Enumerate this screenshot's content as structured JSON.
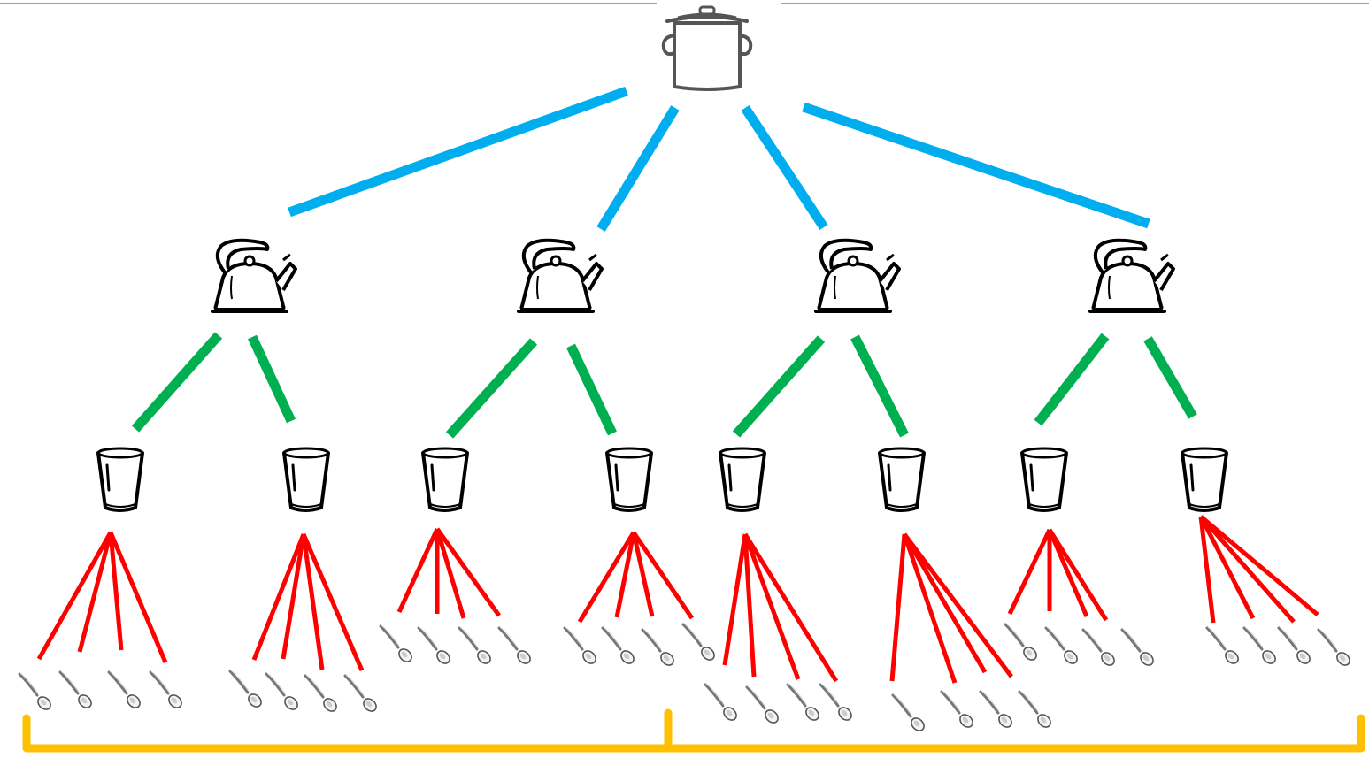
{
  "diagram": {
    "type": "tree",
    "root": {
      "icon": "cooking-pot-icon"
    },
    "levels": [
      {
        "icon": "kettle-icon",
        "count": 4,
        "edge_color": "#00aeef"
      },
      {
        "icon": "drinking-glass-icon",
        "count": 8,
        "children_per_parent": 2,
        "edge_color": "#00b050"
      },
      {
        "icon": "spoon-icon",
        "count": 32,
        "children_per_parent": 4,
        "edge_color": "#ff0000"
      }
    ],
    "bracket": {
      "color": "#ffc000",
      "groups": 2
    },
    "top_rule_color": "#9e9e9e"
  }
}
